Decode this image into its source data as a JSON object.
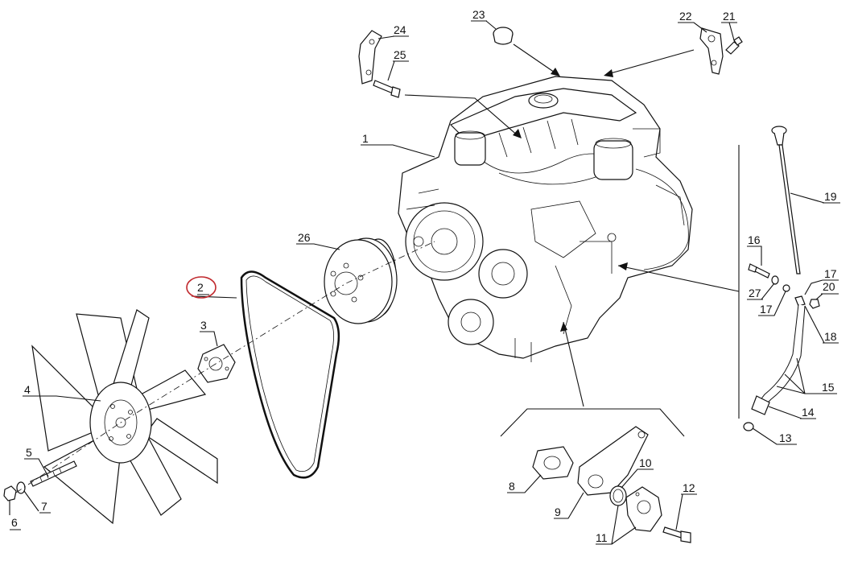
{
  "diagram": {
    "callouts": [
      {
        "id": "c1",
        "text": "1"
      },
      {
        "id": "c2",
        "text": "2"
      },
      {
        "id": "c3",
        "text": "3"
      },
      {
        "id": "c4",
        "text": "4"
      },
      {
        "id": "c5",
        "text": "5"
      },
      {
        "id": "c6",
        "text": "6"
      },
      {
        "id": "c7",
        "text": "7"
      },
      {
        "id": "c8",
        "text": "8"
      },
      {
        "id": "c9",
        "text": "9"
      },
      {
        "id": "c10",
        "text": "10"
      },
      {
        "id": "c11",
        "text": "11"
      },
      {
        "id": "c12",
        "text": "12"
      },
      {
        "id": "c13",
        "text": "13"
      },
      {
        "id": "c14",
        "text": "14"
      },
      {
        "id": "c15",
        "text": "15"
      },
      {
        "id": "c16",
        "text": "16"
      },
      {
        "id": "c17a",
        "text": "17"
      },
      {
        "id": "c17b",
        "text": "17"
      },
      {
        "id": "c18",
        "text": "18"
      },
      {
        "id": "c19",
        "text": "19"
      },
      {
        "id": "c20",
        "text": "20"
      },
      {
        "id": "c21",
        "text": "21"
      },
      {
        "id": "c22",
        "text": "22"
      },
      {
        "id": "c23",
        "text": "23"
      },
      {
        "id": "c24",
        "text": "24"
      },
      {
        "id": "c25",
        "text": "25"
      },
      {
        "id": "c26",
        "text": "26"
      },
      {
        "id": "c27",
        "text": "27"
      }
    ],
    "highlighted_callout": "2",
    "colors": {
      "line": "#111111",
      "highlight": "#c0282d",
      "background": "#ffffff"
    }
  }
}
